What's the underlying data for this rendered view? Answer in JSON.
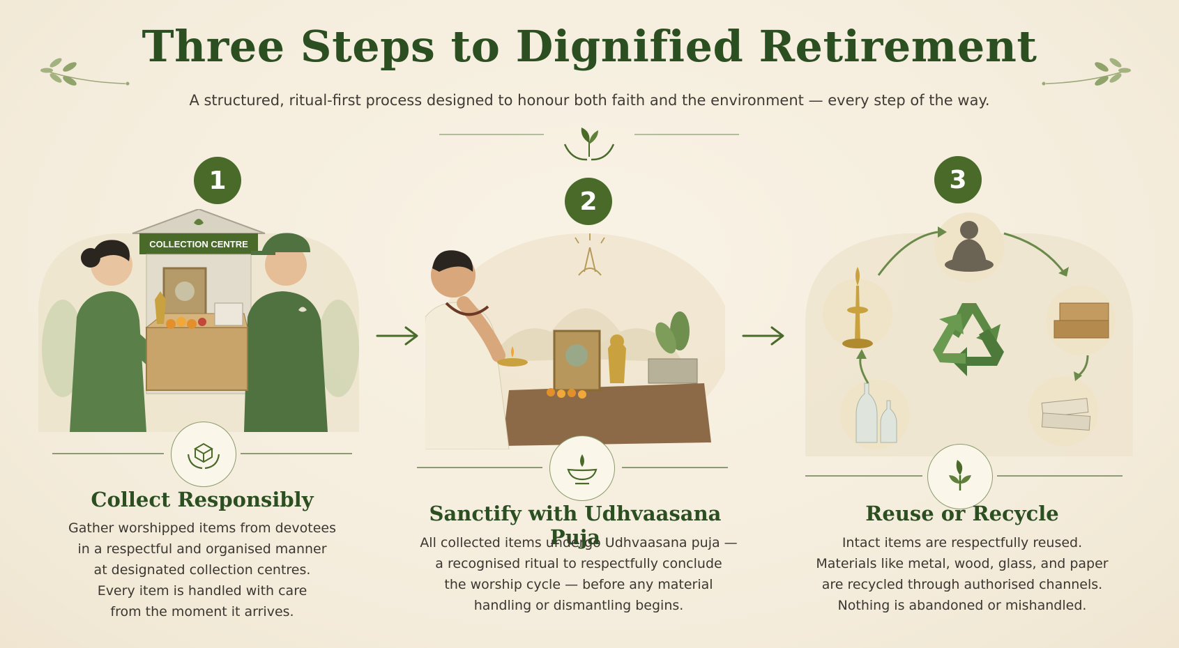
{
  "header": {
    "title": "Three Steps to Dignified Retirement",
    "subtitle": "A structured, ritual-first process designed to honour both faith and the environment — every step of the way."
  },
  "steps": [
    {
      "number": "1",
      "sign": "COLLECTION CENTRE",
      "title": "Collect Responsibly",
      "badge_icon": "box-in-hands-icon",
      "lines": [
        "Gather worshipped items from devotees",
        "in a respectful and organised manner",
        "at designated collection centres.",
        "Every item is handled with care",
        "from the moment it arrives."
      ]
    },
    {
      "number": "2",
      "title": "Sanctify with Udhvaasana Puja",
      "badge_icon": "diya-lamp-icon",
      "lines": [
        "All collected items undergo Udhvaasana puja —",
        "a recognised ritual to respectfully conclude",
        "the worship cycle — before any material",
        "handling or dismantling begins."
      ]
    },
    {
      "number": "3",
      "title": "Reuse or Recycle",
      "badge_icon": "leaf-sprout-icon",
      "lines": [
        "Intact items are respectfully reused.",
        "Materials like metal, wood, glass, and paper",
        "are recycled through authorised channels.",
        "Nothing is abandoned or mishandled."
      ]
    }
  ],
  "colors": {
    "primary_green": "#2c4f22",
    "badge_green": "#4a6a2a",
    "background": "#f6efe0"
  }
}
